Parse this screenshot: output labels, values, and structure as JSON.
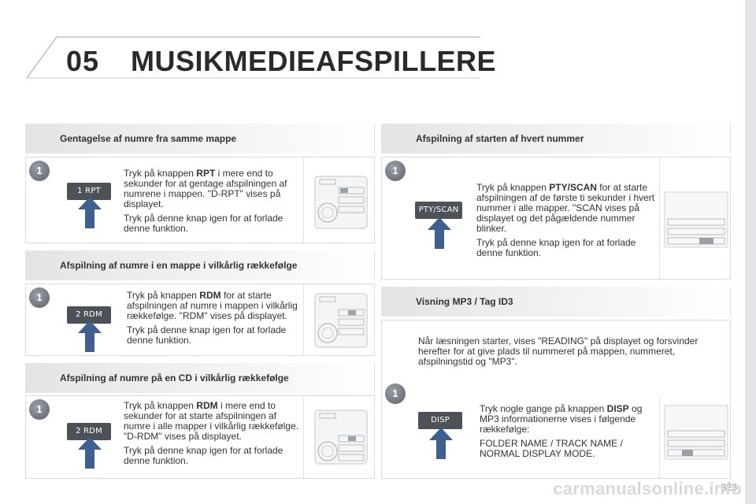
{
  "header": {
    "chapter": "05",
    "title": "MUSIKMEDIEAFSPILLERE"
  },
  "left": {
    "sections": [
      {
        "heading": "Gentagelse af numre fra samme mappe",
        "step": "1",
        "button": "1 RPT",
        "line1_pre": "Tryk på knappen ",
        "line1_key": "RPT",
        "line1_post": " i mere end to sekunder for at gentage afspilningen af numrene i mappen. \"D-RPT\" vises på displayet.",
        "line2": "Tryk på denne knap igen for at forlade denne funktion."
      },
      {
        "heading": "Afspilning af numre i en mappe i vilkårlig rækkefølge",
        "step": "1",
        "button": "2 RDM",
        "line1_pre": "Tryk på knappen ",
        "line1_key": "RDM",
        "line1_post": " for at starte afspilningen af numre i mappen i vilkårlig rækkefølge. \"RDM\" vises på displayet.",
        "line2": "Tryk på denne knap igen for at forlade denne funktion."
      },
      {
        "heading": "Afspilning af numre på en CD i vilkårlig rækkefølge",
        "step": "1",
        "button": "2 RDM",
        "line1_pre": "Tryk på knappen ",
        "line1_key": "RDM",
        "line1_post": " i mere end to sekunder for at starte afspilningen af numre i alle mapper i vilkårlig rækkefølge. \"D-RDM\" vises på displayet.",
        "line2": "Tryk på denne knap igen for at forlade denne funktion."
      }
    ]
  },
  "right": {
    "scan": {
      "heading": "Afspilning af starten af hvert nummer",
      "step": "1",
      "button": "PTY/SCAN",
      "line1_pre": "Tryk på knappen ",
      "line1_key": "PTY/SCAN",
      "line1_post": " for at starte afspilningen af de første ti sekunder i hvert nummer i alle mapper. \"SCAN vises på displayet og det pågældende nummer blinker.",
      "line2": "Tryk på denne knap igen for at forlade denne funktion."
    },
    "mp3": {
      "heading": "Visning MP3 / Tag ID3",
      "intro": "Når læsningen starter, vises \"READING\" på displayet og forsvinder herefter for at give plads til nummeret på mappen, nummeret, afspilningstid og \"MP3\".",
      "step": "1",
      "button": "DISP",
      "line1_pre": "Tryk nogle gange på knappen ",
      "line1_key": "DISP",
      "line1_post": " og MP3 informationerne vises i følgende rækkefølge:",
      "line2": "FOLDER NAME / TRACK NAME / NORMAL DISPLAY MODE."
    }
  },
  "footer": {
    "page": "323",
    "watermark": "carmanualsonline.info"
  },
  "colors": {
    "band": "#e2e4e6",
    "accent": "#2a2a2a",
    "badge": "#6b7078",
    "arrow": "#3f5f8f"
  }
}
